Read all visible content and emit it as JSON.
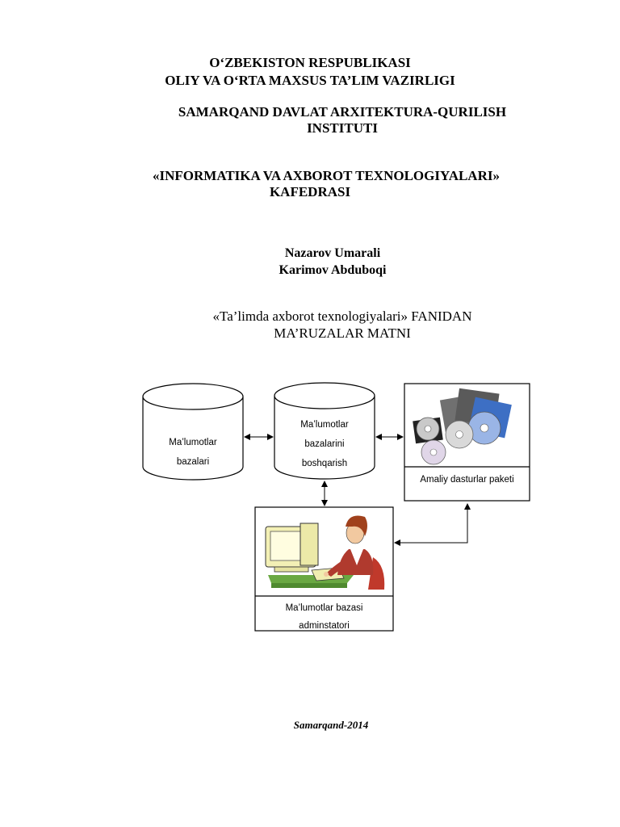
{
  "header": {
    "ministry_line1": "O‘ZBEKISTON RESPUBLIKASI",
    "ministry_line2": "OLIY VA O‘RTA MAXSUS TA’LIM VAZIRLIGI",
    "institute_line1": "SAMARQAND  DAVLAT ARXITEKTURA-QURILISH",
    "institute_line2": "INSTITUTI",
    "department_line1": "«INFORMATIKA VA AXBOROT TEXNOLOGIYALARI»",
    "department_line2": "KAFEDRASI"
  },
  "authors": [
    "Nazarov Umarali",
    "Karimov Abduboqi"
  ],
  "subject": {
    "line1": "«Ta’limda axborot texnologiyalari» FANIDAN",
    "line2": "MA’RUZALAR MATNI"
  },
  "diagram": {
    "db_label": [
      "Ma’lumotlar",
      "bazalari"
    ],
    "dbms_label": [
      "Ma’lumotlar",
      "bazalarini",
      "boshqarish"
    ],
    "software_label": "Amaliy dasturlar paketi",
    "admin_label": [
      "Ma’lumotlar bazasi",
      "adminstatori"
    ]
  },
  "footer": {
    "place_year": "Samarqand-2014"
  }
}
